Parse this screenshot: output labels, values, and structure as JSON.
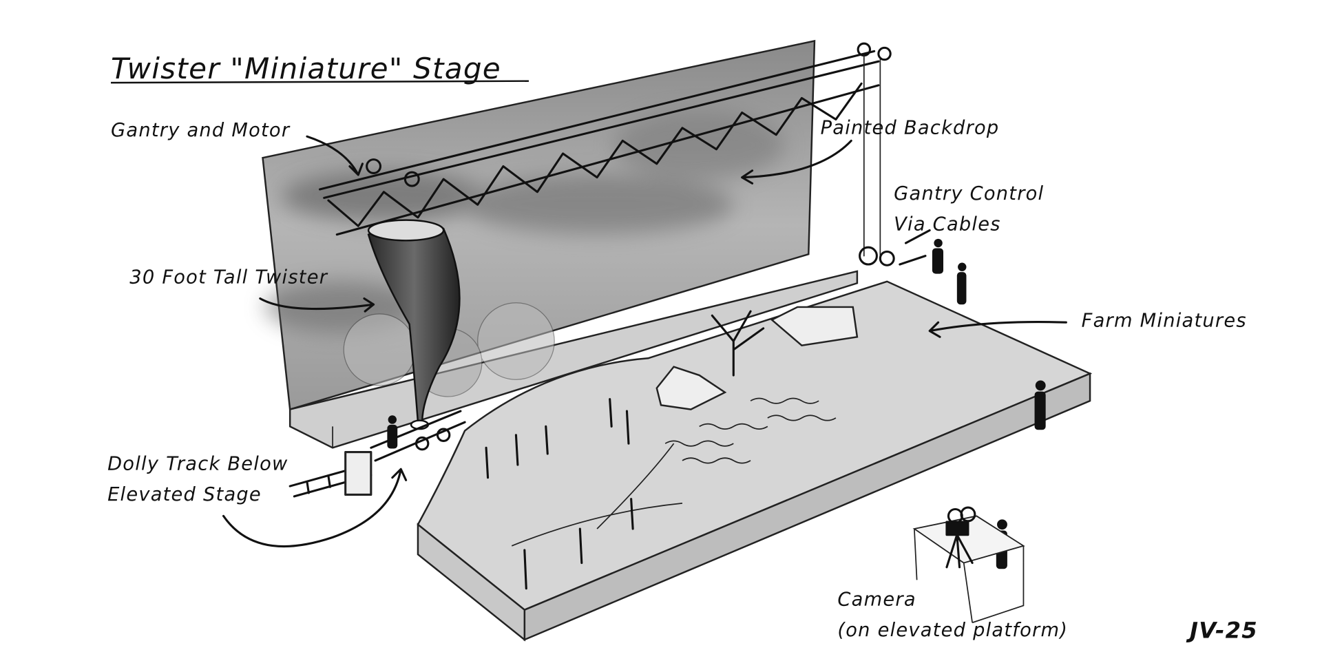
{
  "title": "Twister \"Miniature\" Stage",
  "labels": {
    "gantry_motor": "Gantry and Motor",
    "painted_backdrop": "Painted Backdrop",
    "gantry_control_1": "Gantry Control",
    "gantry_control_2": "Via Cables",
    "twister": "30 Foot Tall Twister",
    "farm": "Farm Miniatures",
    "dolly_1": "Dolly Track Below",
    "dolly_2": "Elevated Stage",
    "camera_1": "Camera",
    "camera_2": "(on elevated platform)"
  },
  "signature": "JV-25"
}
